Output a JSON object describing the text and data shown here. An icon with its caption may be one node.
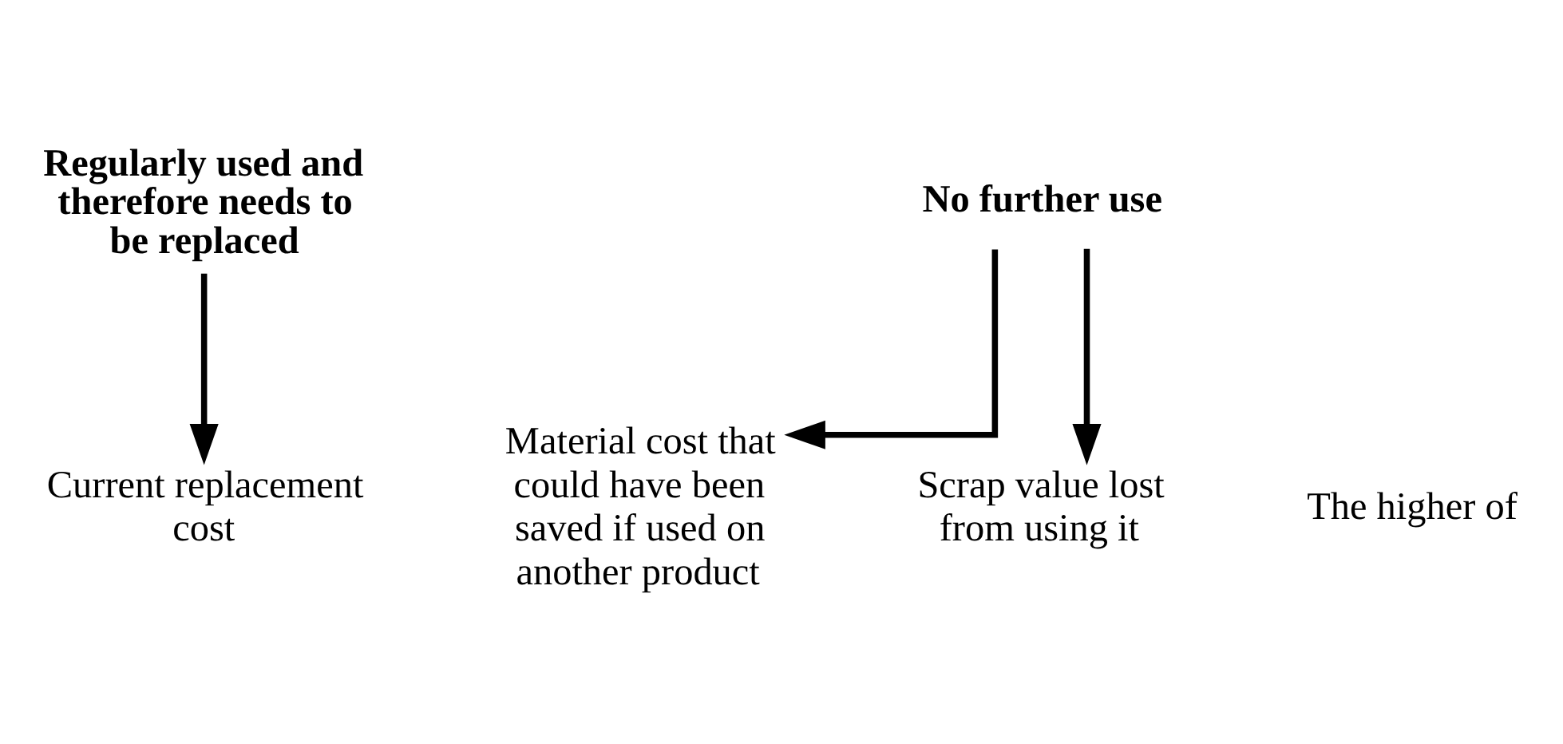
{
  "diagram": {
    "nodes": [
      {
        "text": [
          "Regularly used and therefore needs to be replaced"
        ]
      },
      {
        "text": [
          "Current replacement cost"
        ]
      },
      {
        "text": [
          "No further use"
        ]
      },
      {
        "text": [
          "Material cost that could have been saved if used on another product"
        ]
      },
      {
        "text": [
          "Scrap value lost from using it"
        ]
      }
    ],
    "edges": [
      {
        "from": 0,
        "to": 1,
        "arrow": "to"
      },
      {
        "from": 2,
        "to": 3,
        "arrow": "to"
      },
      {
        "from": 2,
        "to": 4,
        "arrow": "to"
      }
    ],
    "labels": [
      "The higher of"
    ]
  }
}
